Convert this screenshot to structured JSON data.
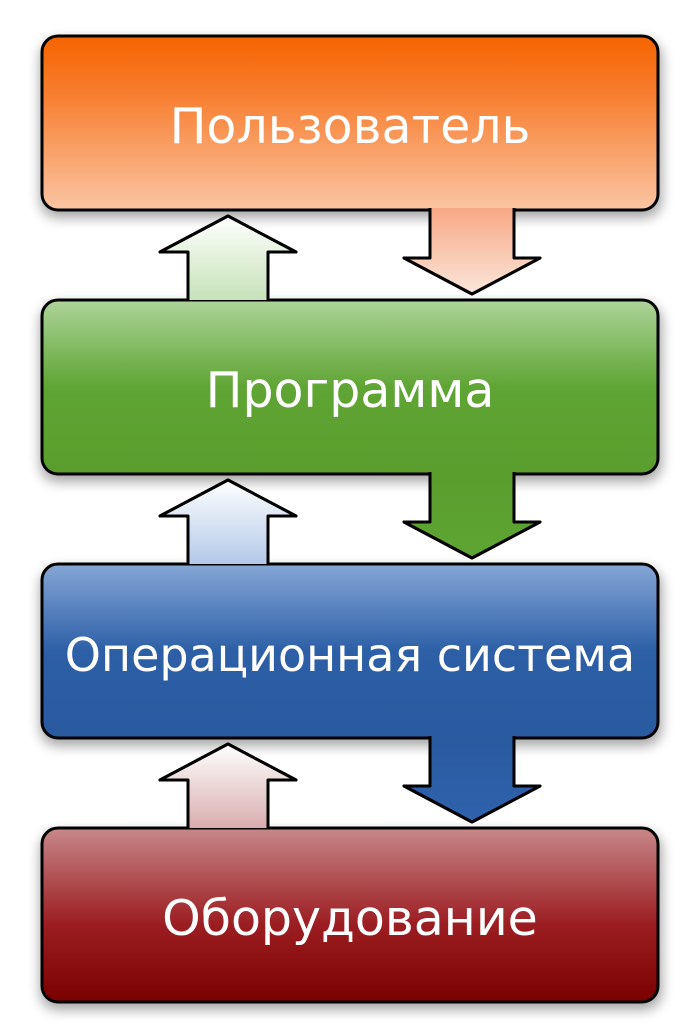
{
  "diagram": {
    "layers": [
      {
        "id": "user",
        "label": "Пользователь",
        "colors": {
          "top": "#f66400",
          "mid": "#f77a2a",
          "bottom": "#fbc5a3"
        }
      },
      {
        "id": "program",
        "label": "Программа",
        "colors": {
          "top": "#aed49a",
          "mid": "#5fa534",
          "bottom": "#5a9e2e"
        }
      },
      {
        "id": "os",
        "label": "Операционная система",
        "colors": {
          "top": "#86a7d6",
          "mid": "#2d5fa7",
          "bottom": "#2a5aa0"
        }
      },
      {
        "id": "hardware",
        "label": "Оборудование",
        "colors": {
          "top": "#c8888a",
          "mid": "#9c1e22",
          "bottom": "#7a0000"
        }
      }
    ],
    "arrows": {
      "up_pale": [
        "#eef6ea",
        "#dfe9f6",
        "#f1dcdc"
      ],
      "down": [
        "#f4c7ae",
        "#5a9e2e",
        "#2a5aa0"
      ]
    },
    "outline_color": "#000000"
  }
}
